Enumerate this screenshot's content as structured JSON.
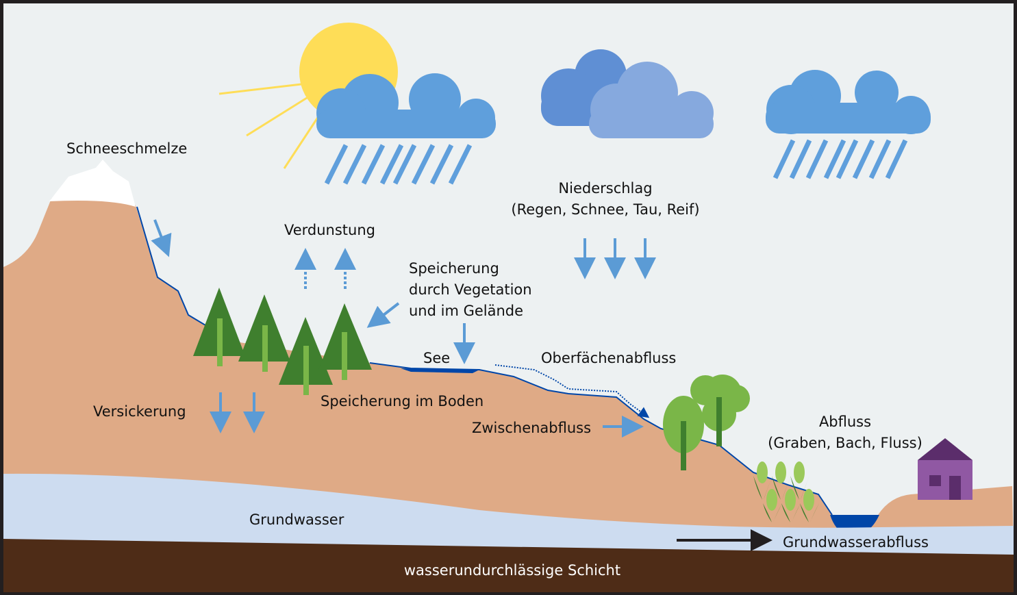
{
  "labels": {
    "snowmelt": "Schneeschmelze",
    "evaporation": "Verdunstung",
    "precipitation_line1": "Niederschlag",
    "precipitation_line2": "(Regen, Schnee, Tau, Reif)",
    "vegetation_line1": "Speicherung",
    "vegetation_line2": "durch Vegetation",
    "vegetation_line3": "und im Gelände",
    "lake": "See",
    "surface_runoff": "Oberfächenabfluss",
    "infiltration": "Versickerung",
    "soil_storage": "Speicherung im Boden",
    "interflow": "Zwischenabfluss",
    "runoff_line1": "Abfluss",
    "runoff_line2": "(Graben, Bach, Fluss)",
    "groundwater": "Grundwasser",
    "groundwater_flow": "Grundwasserabfluss",
    "impermeable_layer": "wasserundurchlässige Schicht"
  },
  "colors": {
    "sky": "#edf1f2",
    "soil": "#dfaa86",
    "groundwater": "#cddcf0",
    "bedrock": "#4e2c17",
    "water": "#0046a8",
    "arrow": "#5b9bd5",
    "cloud": "#5f9fdc",
    "sun": "#fedd57",
    "tree_dark": "#3f7f2e",
    "tree_light": "#7ab648",
    "house": "#9058a3",
    "house_dark": "#5b2d6b"
  }
}
